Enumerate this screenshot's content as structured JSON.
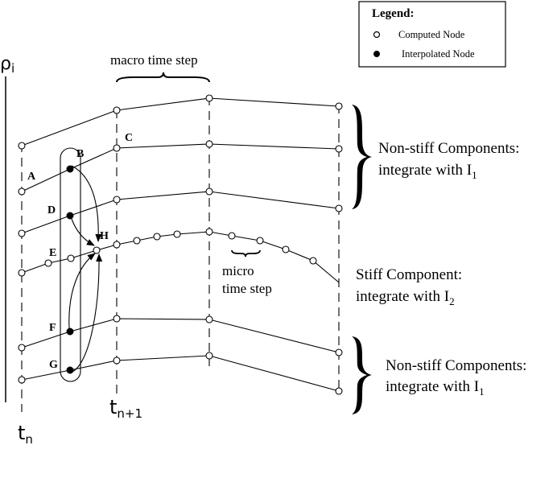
{
  "legend": {
    "title": "Legend:",
    "computed_label": "Computed Node",
    "interpolated_label": "Interpolated Node"
  },
  "axis": {
    "y_symbol": "ρ",
    "y_sub": "i",
    "t_symbol": "t",
    "tn_sub": "n",
    "tn1_sub": "n+1"
  },
  "annotations": {
    "macro": "macro time step",
    "micro_line1": "micro",
    "micro_line2": "time step"
  },
  "nodes": {
    "A": "A",
    "B": "B",
    "C": "C",
    "D": "D",
    "E": "E",
    "F": "F",
    "G": "G",
    "H": "H"
  },
  "groups": {
    "top": {
      "line1": "Non-stiff Components:",
      "line2_main": "integrate with I",
      "line2_sub": "1"
    },
    "mid": {
      "line1": "Stiff Component:",
      "line2_main": "integrate with I",
      "line2_sub": "2"
    },
    "bottom": {
      "line1": "Non-stiff Components:",
      "line2_main": "integrate with I",
      "line2_sub": "1"
    }
  }
}
